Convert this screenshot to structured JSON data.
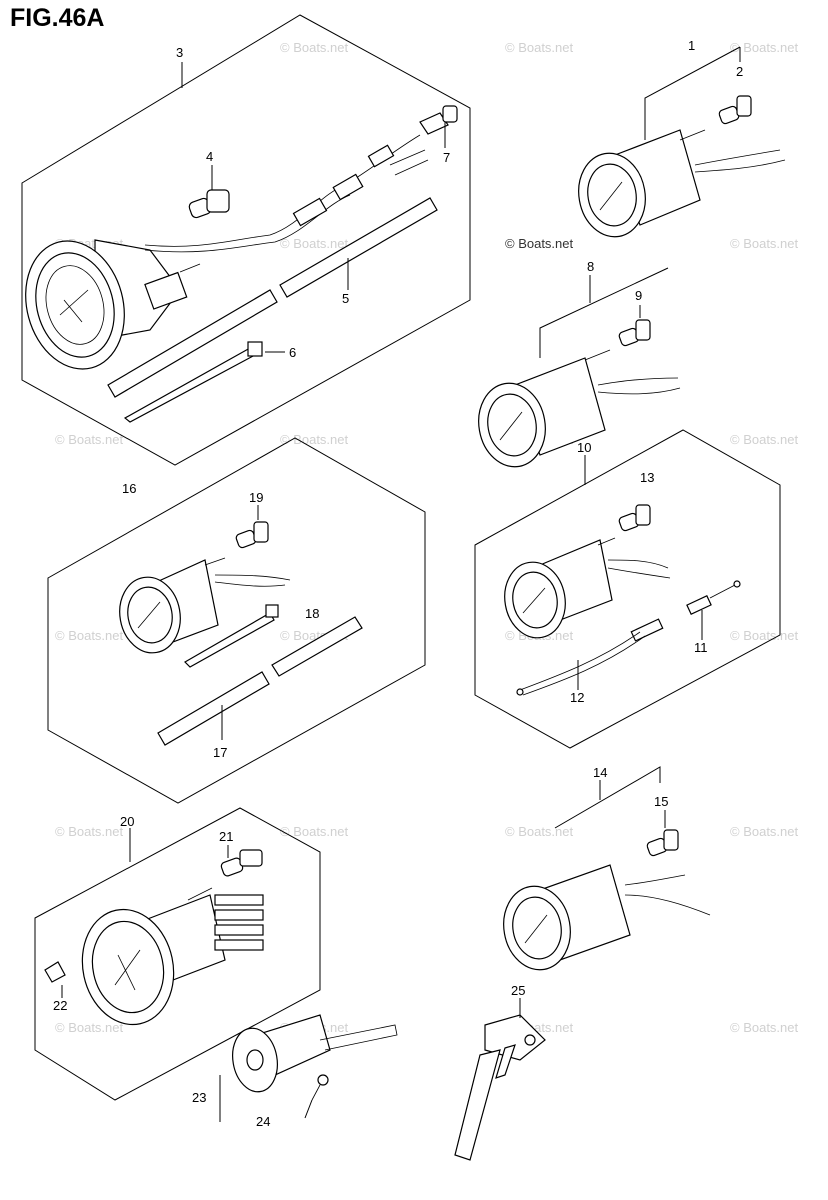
{
  "figure": {
    "title": "FIG.46A"
  },
  "watermark": {
    "text": "© Boats.net"
  },
  "callouts": [
    "1",
    "2",
    "3",
    "4",
    "5",
    "6",
    "7",
    "8",
    "9",
    "10",
    "11",
    "12",
    "13",
    "14",
    "15",
    "16",
    "17",
    "18",
    "19",
    "20",
    "21",
    "22",
    "23",
    "24",
    "25"
  ]
}
